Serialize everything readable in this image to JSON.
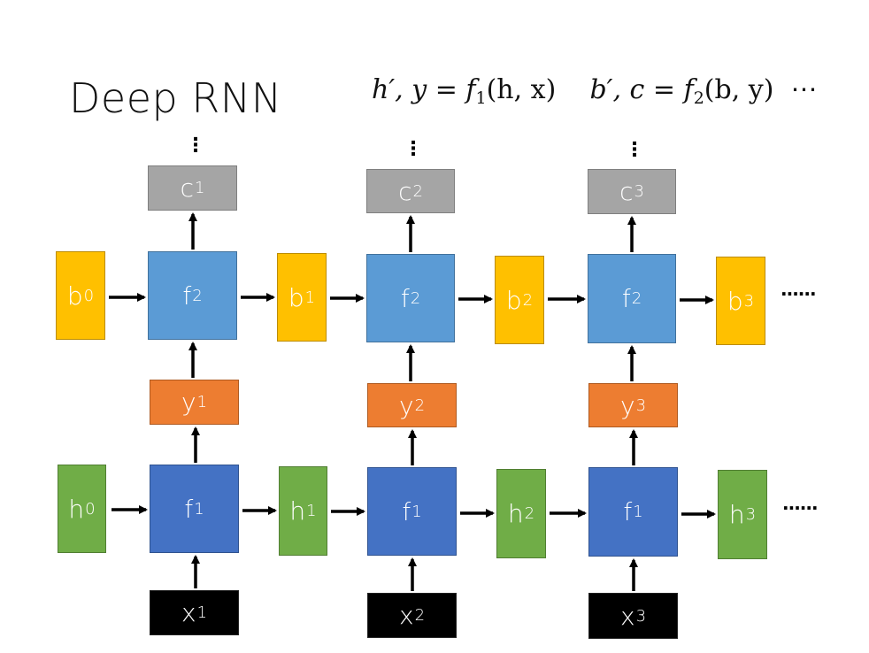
{
  "title": "Deep RNN",
  "formula": {
    "part1_lhs": "h′, y = ",
    "part1_fn": "f",
    "part1_sub": "1",
    "part1_args": "(h, x)",
    "part2_lhs": "b′, c = ",
    "part2_fn": "f",
    "part2_sub": "2",
    "part2_args": "(b, y)",
    "trailing": "⋯"
  },
  "colors": {
    "c": "#a5a5a5",
    "f2": "#5b9bd5",
    "f1": "#4472c4",
    "b": "#ffc000",
    "y": "#ed7d31",
    "h": "#70ad47",
    "x": "#000000"
  },
  "columns": [
    {
      "c": {
        "base": "c",
        "sup": "1"
      },
      "f2": {
        "base": "f",
        "sub": "2"
      },
      "y": {
        "base": "y",
        "sup": "1"
      },
      "f1": {
        "base": "f",
        "sub": "1"
      },
      "x": {
        "base": "x",
        "sup": "1"
      }
    },
    {
      "c": {
        "base": "c",
        "sup": "2"
      },
      "f2": {
        "base": "f",
        "sub": "2"
      },
      "y": {
        "base": "y",
        "sup": "2"
      },
      "f1": {
        "base": "f",
        "sub": "1"
      },
      "x": {
        "base": "x",
        "sup": "2"
      }
    },
    {
      "c": {
        "base": "c",
        "sup": "3"
      },
      "f2": {
        "base": "f",
        "sub": "2"
      },
      "y": {
        "base": "y",
        "sup": "3"
      },
      "f1": {
        "base": "f",
        "sub": "1"
      },
      "x": {
        "base": "x",
        "sup": "3"
      }
    }
  ],
  "b_states": [
    {
      "base": "b",
      "sup": "0"
    },
    {
      "base": "b",
      "sup": "1"
    },
    {
      "base": "b",
      "sup": "2"
    },
    {
      "base": "b",
      "sup": "3"
    }
  ],
  "h_states": [
    {
      "base": "h",
      "sup": "0"
    },
    {
      "base": "h",
      "sup": "1"
    },
    {
      "base": "h",
      "sup": "2"
    },
    {
      "base": "h",
      "sup": "3"
    }
  ],
  "vertical_ellipsis": "⋮",
  "continuation": "······"
}
